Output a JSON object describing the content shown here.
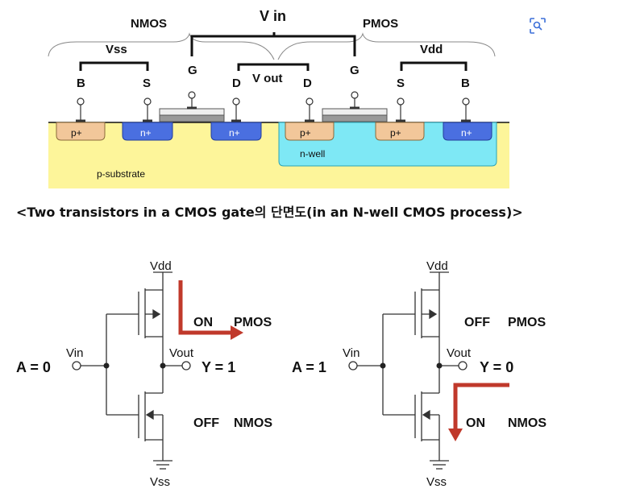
{
  "cross_section": {
    "label_nmos": "NMOS",
    "label_pmos": "PMOS",
    "label_vin": "V in",
    "label_vout": "V out",
    "label_vss": "Vss",
    "label_vdd": "Vdd",
    "terminals_nmos": [
      "B",
      "S",
      "G",
      "D"
    ],
    "terminals_pmos": [
      "D",
      "G",
      "S",
      "B"
    ],
    "diff_labels": [
      "p+",
      "n+",
      "n+",
      "p+",
      "p+",
      "n+"
    ],
    "label_nwell": "n-well",
    "label_substrate": "p-substrate",
    "colors": {
      "substrate": "#fdf59a",
      "nwell": "#7ee8f5",
      "n_plus": "#4a6fe0",
      "p_plus": "#f2c79a",
      "metal": "#808080",
      "oxide": "#d9d9d9"
    }
  },
  "caption": "<Two transistors in a CMOS gate의 단면도(in an N-well CMOS process)>",
  "left_circuit": {
    "vdd": "Vdd",
    "vss": "Vss",
    "vin": "Vin",
    "vout": "Vout",
    "input": "A = 0",
    "output": "Y = 1",
    "pmos_state": "ON",
    "pmos_label": "PMOS",
    "nmos_state": "OFF",
    "nmos_label": "NMOS"
  },
  "right_circuit": {
    "vdd": "Vdd",
    "vss": "Vss",
    "vin": "Vin",
    "vout": "Vout",
    "input": "A = 1",
    "output": "Y = 0",
    "pmos_state": "OFF",
    "pmos_label": "PMOS",
    "nmos_state": "ON",
    "nmos_label": "NMOS"
  },
  "arrow_color": "#c0392b",
  "lens_icon": "image-search-icon"
}
